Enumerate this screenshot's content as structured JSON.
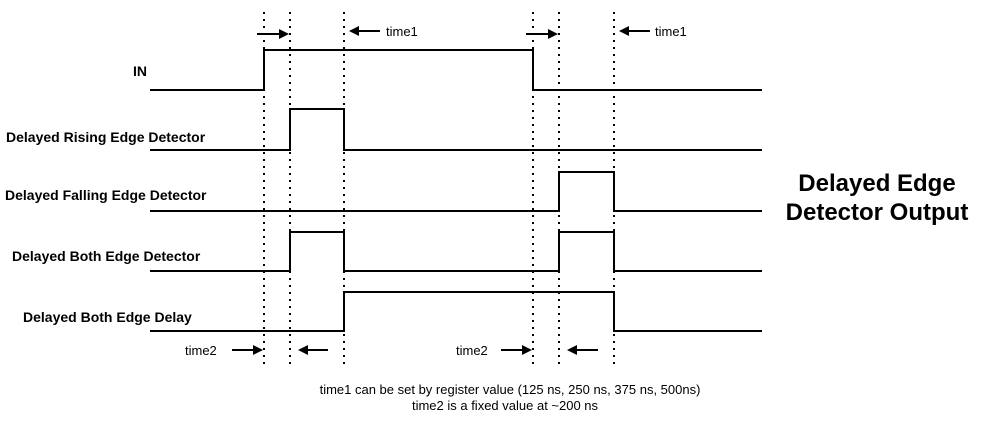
{
  "signals": [
    {
      "label": "IN"
    },
    {
      "label": "Delayed Rising Edge Detector"
    },
    {
      "label": "Delayed Falling Edge Detector"
    },
    {
      "label": "Delayed Both Edge Detector"
    },
    {
      "label": "Delayed Both Edge Delay"
    }
  ],
  "annotations": {
    "time1_label": "time1",
    "time2_label": "time2"
  },
  "title": {
    "line1": "Delayed Edge",
    "line2": "Detector Output"
  },
  "notes": {
    "line1": "time1 can be set by register value (125 ns, 250 ns, 375 ns, 500ns)",
    "line2": "time2 is a fixed value at ~200 ns"
  }
}
